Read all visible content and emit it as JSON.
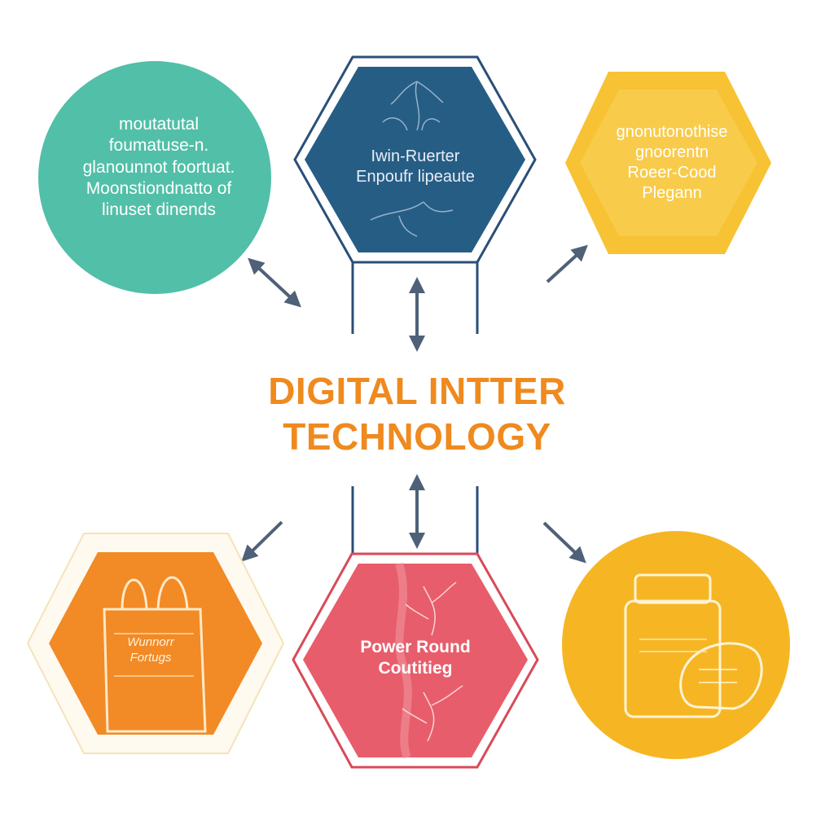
{
  "title": {
    "line1": "DIGITAL INTTER",
    "line2": "TECHNOLOGY"
  },
  "nodes": {
    "teal_circle": {
      "lines": [
        "moutatutal",
        "foumatuse-n.",
        "glanounnot foortuat.",
        "Moonstiondnatto of",
        "linuset dinends"
      ]
    },
    "navy_hexagon": {
      "lines": [
        "Iwin-Ruerter",
        "Enpoufr lipeaute"
      ]
    },
    "yellow_hexagon": {
      "lines": [
        "gnonutonothise",
        "gnoorentn",
        "Roeer-Cood",
        "Plegann"
      ]
    },
    "orange_hexagon": {
      "lines": [
        "Wunnorr",
        "Fortugs"
      ],
      "icon": "shopping-bag-icon"
    },
    "pink_hexagon": {
      "lines": [
        "Power Round",
        "Coutitieg"
      ]
    },
    "gold_circle": {
      "icon": "jar-and-bread-icon"
    }
  },
  "colors": {
    "teal": "#52bfa8",
    "navy": "#265d85",
    "navy_border": "#2a4f78",
    "yellow": "#f7c233",
    "orange": "#f28a26",
    "pink": "#e85d6b",
    "gold": "#f6b623",
    "title": "#ef8a1f",
    "arrow": "#4f6178"
  }
}
